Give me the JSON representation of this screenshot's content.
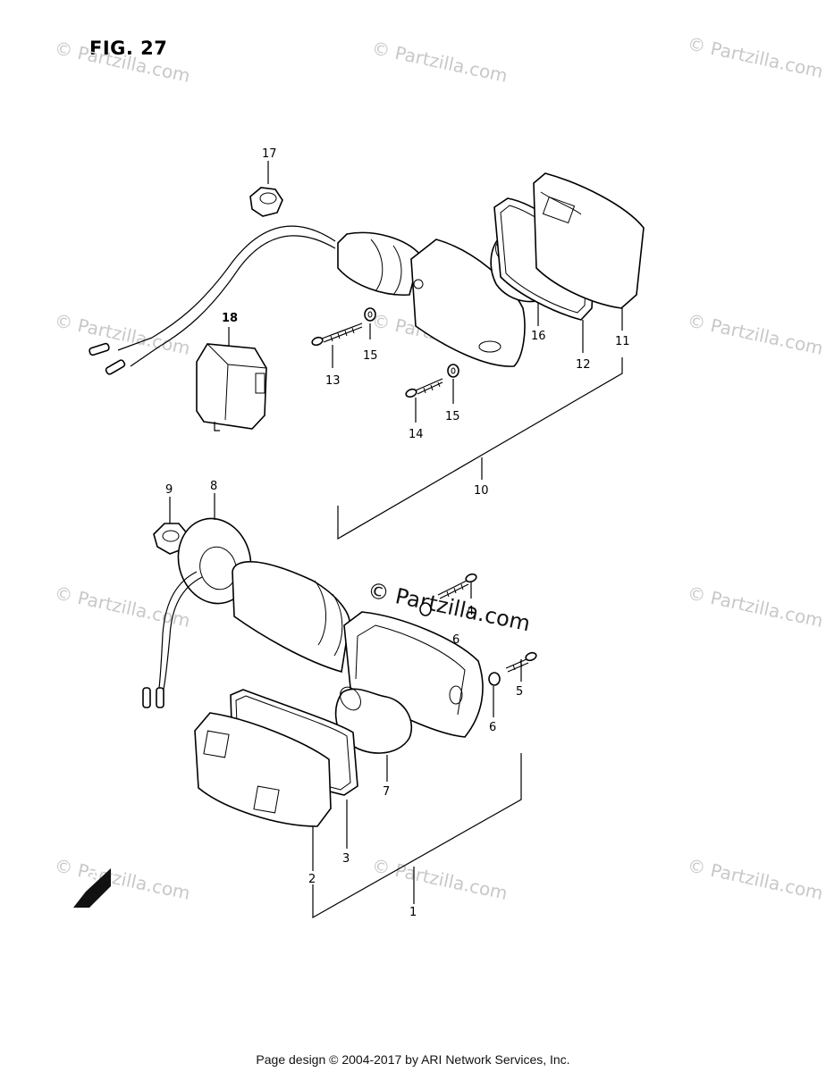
{
  "figure": {
    "title": "FIG. 27"
  },
  "footer": {
    "text": "Page design © 2004-2017 by ARI Network Services, Inc."
  },
  "watermark": {
    "text": "© Partzilla.com",
    "center_text": "© Partzilla.com"
  },
  "fwd_arrow": {
    "text": "FWD"
  },
  "callouts": {
    "c1": "1",
    "c2": "2",
    "c3": "3",
    "c4": "4",
    "c5": "5",
    "c6a": "6",
    "c6b": "6",
    "c7": "7",
    "c8": "8",
    "c9": "9",
    "c10": "10",
    "c11": "11",
    "c12": "12",
    "c13": "13",
    "c14": "14",
    "c15a": "15",
    "c15b": "15",
    "c16": "16",
    "c17": "17",
    "c18": "18"
  },
  "colors": {
    "line": "#000000",
    "watermark": "#c8c8c8",
    "background": "#ffffff"
  }
}
